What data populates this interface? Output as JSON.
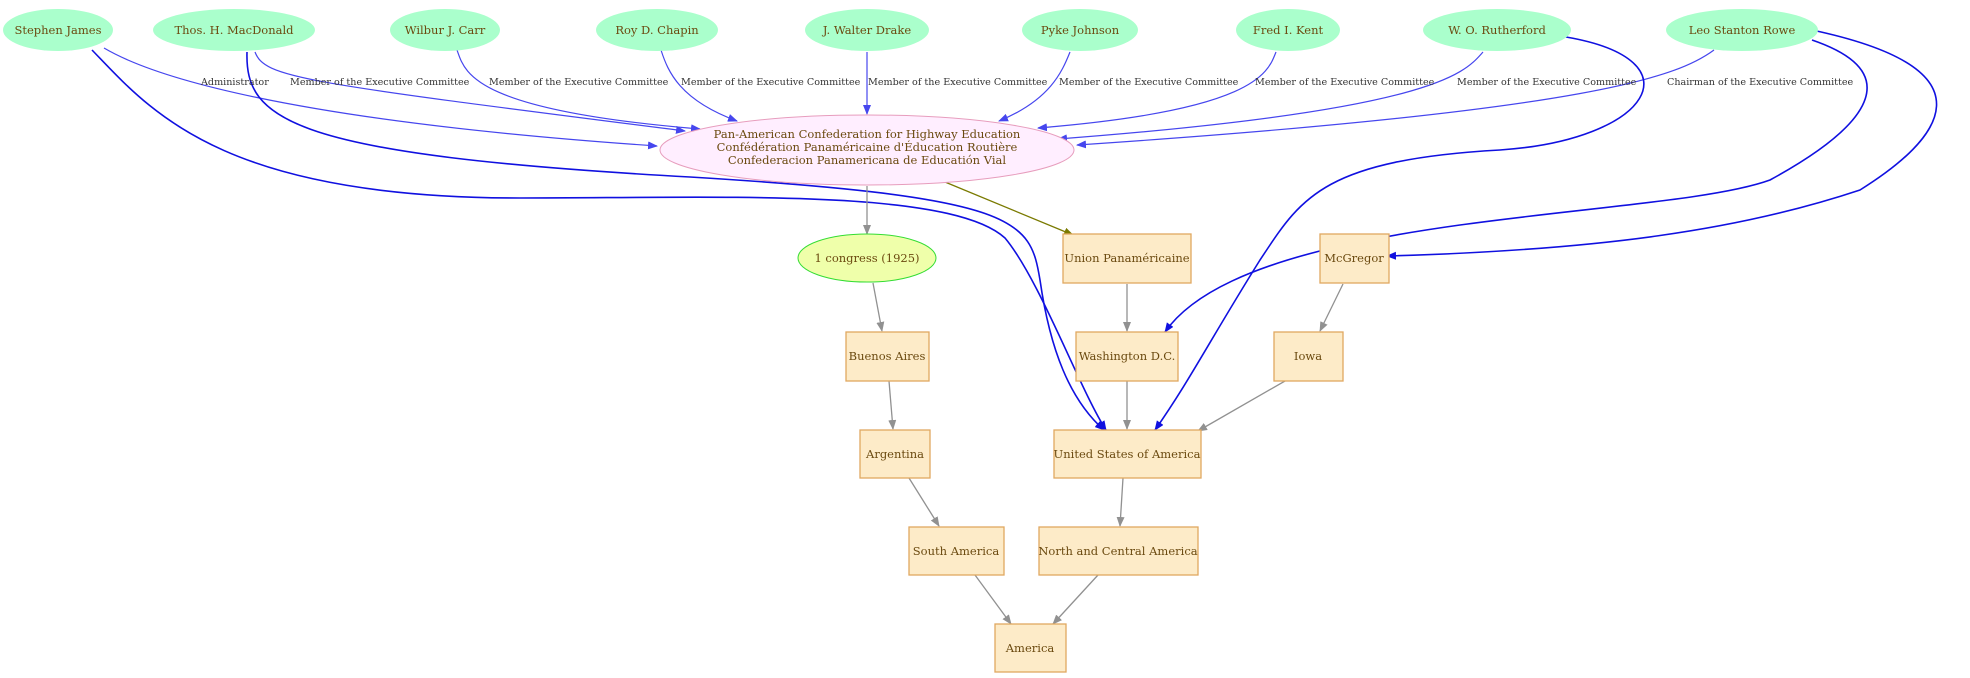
{
  "colors": {
    "person_fill": "#aaffcc",
    "org_fill": "#ffeeff",
    "org_stroke": "#e79dbd",
    "event_fill": "#efffaa",
    "event_stroke": "#33dd33",
    "place_fill": "#fdebc8",
    "place_stroke": "#e0a860",
    "node_text": "#6b4a10",
    "membership_edge": "#4646ee",
    "residence_edge": "#1010e0",
    "location_edge": "#919191",
    "seat_edge": "#7a7a00"
  },
  "people": {
    "stephen_james": "Stephen James",
    "thos_macdonald": "Thos. H. MacDonald",
    "wilbur_carr": "Wilbur J. Carr",
    "roy_chapin": "Roy D. Chapin",
    "walter_drake": "J. Walter Drake",
    "pyke_johnson": "Pyke Johnson",
    "fred_kent": "Fred I. Kent",
    "rutherford": "W. O. Rutherford",
    "leo_rowe": "Leo Stanton Rowe"
  },
  "organization": {
    "line1": "Pan-American Confederation for Highway Education",
    "line2": "Confédération Panaméricaine d'Éducation Routière",
    "line3": "Confederacion Panamericana de Educatión Vial"
  },
  "event": {
    "congress": "1 congress (1925)"
  },
  "places": {
    "union": "Union Panaméricaine",
    "mcgregor": "McGregor",
    "buenos_aires": "Buenos Aires",
    "washington": "Washington D.C.",
    "iowa": "Iowa",
    "argentina": "Argentina",
    "usa": "United States of America",
    "south_america": "South America",
    "north_central_america": "North and Central America",
    "america": "America"
  },
  "edge_labels": {
    "administrator": "Administrator",
    "member": "Member of the Executive Committee",
    "chairman": "Chairman of the Executive Committee"
  }
}
